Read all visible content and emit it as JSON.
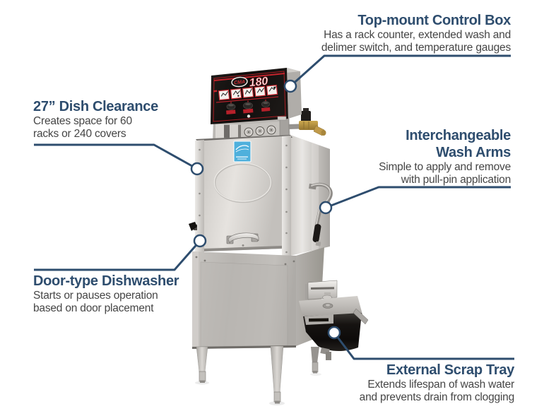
{
  "palette": {
    "callout_navy": "#2e4d6e",
    "callout_body_text": "#454545",
    "leader_line": "#2e4d6e",
    "control_panel_red": "#c0232b",
    "control_panel_black": "#151211",
    "energy_star_blue": "#4fb0dc",
    "steel_light": "#e2dfdb",
    "steel_dark": "#a9a6a2"
  },
  "machine": {
    "brand": "CMA",
    "model": "180"
  },
  "callouts": [
    {
      "id": "top-mount-control-box",
      "side": "right",
      "title_lines": [
        "Top-mount Control Box"
      ],
      "desc_lines": [
        "Has a rack counter, extended wash and",
        "delimer switch, and temperature gauges"
      ]
    },
    {
      "id": "dish-clearance",
      "side": "left",
      "title_lines": [
        "27” Dish Clearance"
      ],
      "desc_lines": [
        "Creates space for 60",
        "racks or 240 covers"
      ]
    },
    {
      "id": "interchangeable-wash-arms",
      "side": "right",
      "title_lines": [
        "Interchangeable",
        "Wash Arms"
      ],
      "desc_lines": [
        "Simple to apply and remove",
        "with pull-pin application"
      ]
    },
    {
      "id": "door-type-dishwasher",
      "side": "left",
      "title_lines": [
        "Door-type Dishwasher"
      ],
      "desc_lines": [
        "Starts or pauses operation",
        "based on door placement"
      ]
    },
    {
      "id": "external-scrap-tray",
      "side": "right",
      "title_lines": [
        "External Scrap Tray"
      ],
      "desc_lines": [
        "Extends lifespan of wash water",
        "and prevents drain from clogging"
      ]
    }
  ]
}
